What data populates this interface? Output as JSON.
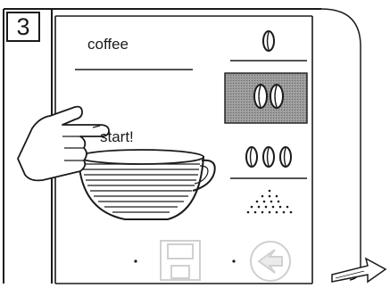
{
  "step_number": "3",
  "product_label": "coffee",
  "action_label": "start!",
  "strength_options": [
    {
      "beans": 1,
      "selected": false
    },
    {
      "beans": 2,
      "selected": true
    },
    {
      "beans": 3,
      "selected": false
    }
  ],
  "colors": {
    "ink": "#1a1a1a",
    "selected_fill": "#8a8a8a",
    "faded": "#d0d0d0",
    "page": "#ffffff"
  }
}
